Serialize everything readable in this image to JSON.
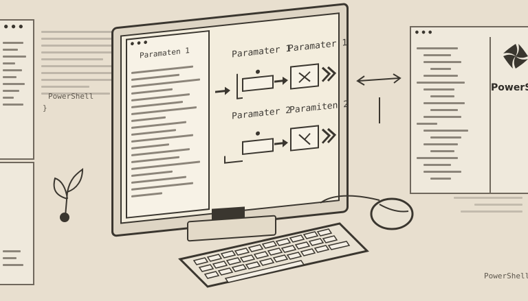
{
  "left_panel": {
    "lines": [
      "PowerShell",
      "}"
    ]
  },
  "monitor": {
    "editor_title": "Paramaten 1",
    "top_row": {
      "label_left": "Paramater 1",
      "label_right": "Paramater 1"
    },
    "bottom_row": {
      "label_left": "Paramater 2",
      "label_right": "Paramiten 2"
    }
  },
  "right_panel": {
    "logo_text": "PowerShe"
  },
  "bottom_right_text": "PowerShell",
  "colors": {
    "background": "#e8dfcf",
    "line": "#3a362f",
    "screen": "#f3eddd"
  }
}
